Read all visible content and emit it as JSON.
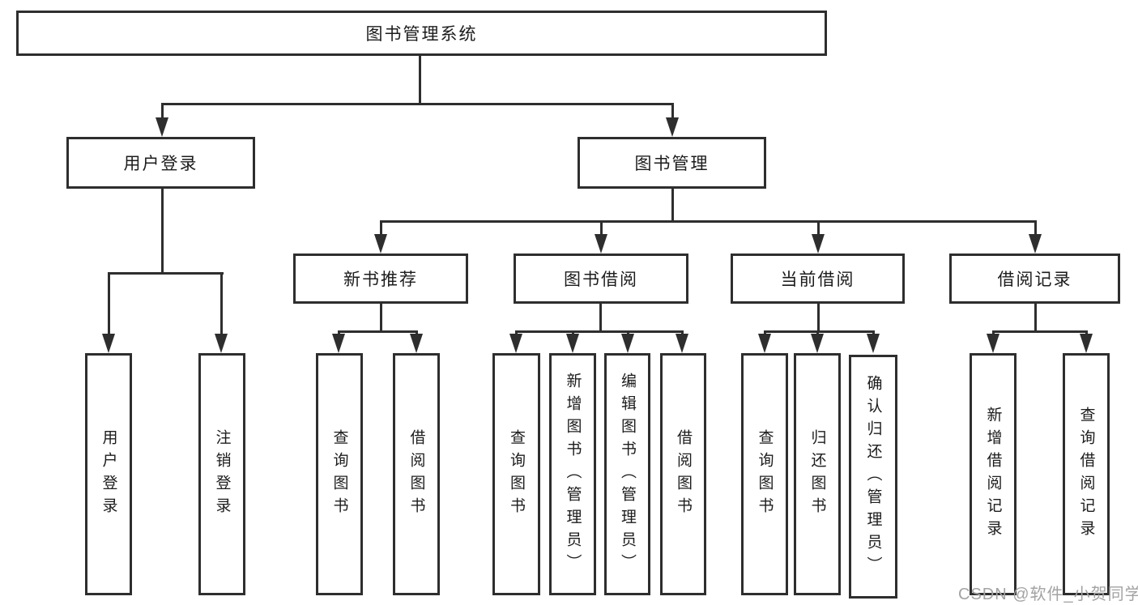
{
  "page": {
    "background": "#ffffff"
  },
  "colors": {
    "line": "#2e2e2e",
    "box_border": "#2e2e2e",
    "box_fill": "#ffffff",
    "text": "#1c1c1c",
    "watermark": "#a3a3a3"
  },
  "diagram": {
    "type": "tree",
    "root": {
      "label": "图书管理系统"
    },
    "branches": [
      {
        "label": "用户登录",
        "children": [
          {
            "label": "用户登录"
          },
          {
            "label": "注销登录"
          }
        ]
      },
      {
        "label": "图书管理",
        "children": [
          {
            "label": "新书推荐",
            "children": [
              {
                "label": "查询图书"
              },
              {
                "label": "借阅图书"
              }
            ]
          },
          {
            "label": "图书借阅",
            "children": [
              {
                "label": "查询图书"
              },
              {
                "label": "新增图书（管理员）"
              },
              {
                "label": "编辑图书（管理员）"
              },
              {
                "label": "借阅图书"
              }
            ]
          },
          {
            "label": "当前借阅",
            "children": [
              {
                "label": "查询图书"
              },
              {
                "label": "归还图书"
              },
              {
                "label": "确认归还（管理员）"
              }
            ]
          },
          {
            "label": "借阅记录",
            "children": [
              {
                "label": "新增借阅记录"
              },
              {
                "label": "查询借阅记录"
              }
            ]
          }
        ]
      }
    ]
  },
  "watermark": {
    "text": "CSDN @软件_小贺同学"
  }
}
